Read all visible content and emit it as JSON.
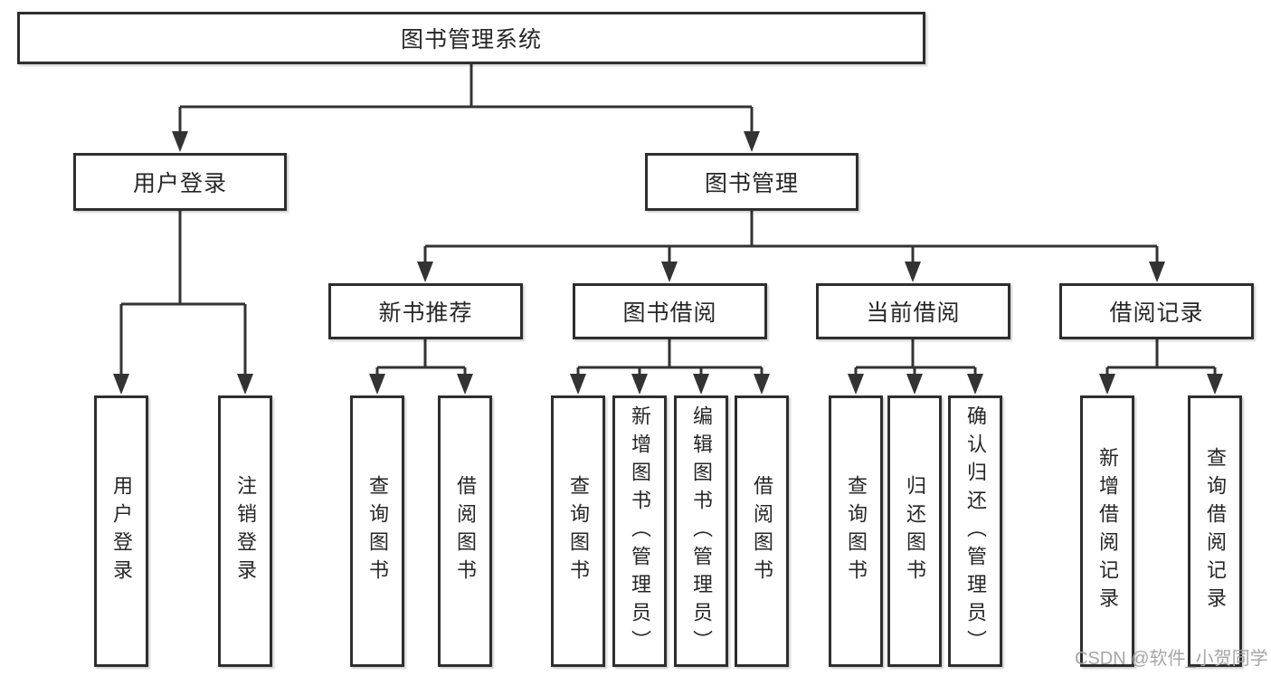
{
  "tree": {
    "root": {
      "label": "图书管理系统"
    },
    "children": [
      {
        "label": "用户登录",
        "children": [
          {
            "label": "用户登录"
          },
          {
            "label": "注销登录"
          }
        ]
      },
      {
        "label": "图书管理",
        "children": [
          {
            "label": "新书推荐",
            "children": [
              {
                "label": "查询图书"
              },
              {
                "label": "借阅图书"
              }
            ]
          },
          {
            "label": "图书借阅",
            "children": [
              {
                "label": "查询图书"
              },
              {
                "label": "新增图书（管理员）"
              },
              {
                "label": "编辑图书（管理员）"
              },
              {
                "label": "借阅图书"
              }
            ]
          },
          {
            "label": "当前借阅",
            "children": [
              {
                "label": "查询图书"
              },
              {
                "label": "归还图书"
              },
              {
                "label": "确认归还（管理员）"
              }
            ]
          },
          {
            "label": "借阅记录",
            "children": [
              {
                "label": "新增借阅记录"
              },
              {
                "label": "查询借阅记录"
              }
            ]
          }
        ]
      }
    ]
  },
  "watermark": {
    "text": "CSDN @软件_小贺同学"
  },
  "colors": {
    "line": "#333333",
    "box_border": "#2e2e2e",
    "box_fill": "#ffffff",
    "text": "#262626",
    "watermark": "#a6a6a6"
  }
}
